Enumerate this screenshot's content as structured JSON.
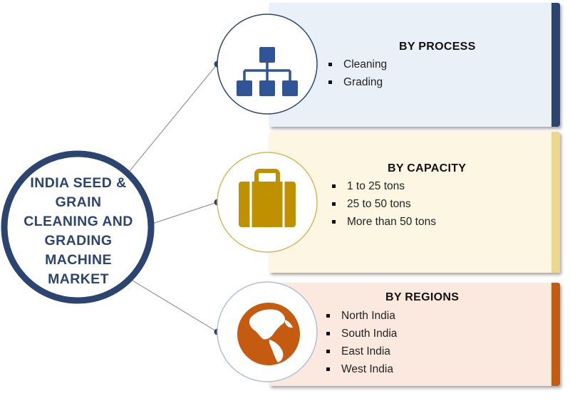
{
  "center": {
    "title_lines": [
      "INDIA SEED &",
      "GRAIN",
      "CLEANING AND",
      "GRADING",
      "MACHINE",
      "MARKET"
    ]
  },
  "segments": [
    {
      "title": "BY PROCESS",
      "items": [
        "Cleaning",
        "Grading"
      ],
      "icon": "hierarchy-icon",
      "colors": {
        "fill": "#eaf0f8",
        "edge": "#2b4570",
        "icon": "#2f5597",
        "ring": "#2b4570"
      }
    },
    {
      "title": "BY CAPACITY",
      "items": [
        "1 to 25 tons",
        "25 to 50 tons",
        "More than 50 tons"
      ],
      "icon": "suitcase-icon",
      "colors": {
        "fill": "#fcf6e2",
        "edge": "#ecd78f",
        "icon": "#bf9000",
        "ring": "#d6b85a"
      }
    },
    {
      "title": "BY REGIONS",
      "items": [
        "North India",
        "South India",
        "East India",
        "West India"
      ],
      "icon": "globe-icon",
      "colors": {
        "fill": "#fbe9df",
        "edge": "#c55a11",
        "icon": "#c55a11",
        "ring": "#aebfd8"
      }
    }
  ],
  "colors": {
    "main_ring": "#2b4570",
    "main_fill": "#ffffff",
    "connector": "#9a9a9a",
    "dot": "#2b4570"
  }
}
